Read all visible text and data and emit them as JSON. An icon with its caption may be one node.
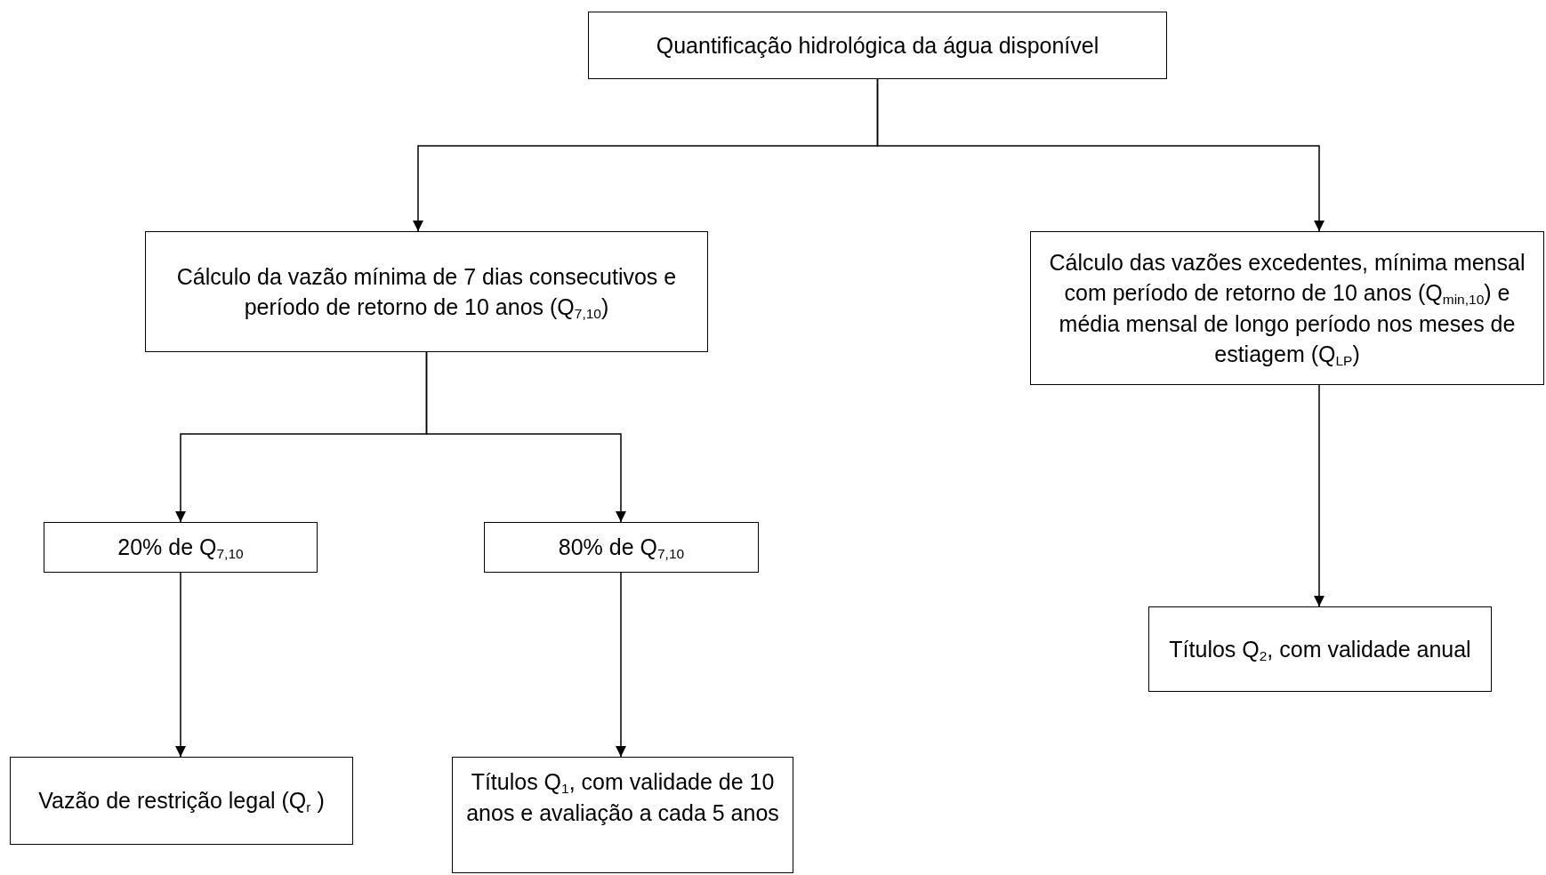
{
  "diagram": {
    "nodes": [
      {
        "text": [
          "Quantificação hidrológica da água disponível"
        ]
      },
      {
        "text": [
          "Cálculo da vazão mínima de 7 dias consecutivos  e período de retorno de 10 anos (Q$_{7,10}$)"
        ]
      },
      {
        "text": [
          "Cálculo das vazões excedentes, mínima mensal com período de retorno de 10 anos (Q$_{min,10}$) e média mensal de longo período nos meses de estiagem (Q$_{LP}$)"
        ]
      },
      {
        "text": [
          "20% de Q$_{7,10}$"
        ]
      },
      {
        "text": [
          "80% de Q$_{7,10}$"
        ]
      },
      {
        "text": [
          "Títulos Q$_{2}$, com validade anual"
        ]
      },
      {
        "text": [
          "Vazão de restrição legal (Q$_{r}$ )"
        ]
      },
      {
        "text": [
          "Títulos Q$_{1}$, com validade de 10 anos e avaliação a cada 5 anos"
        ]
      }
    ],
    "edges": [
      {
        "from": 0,
        "to": 1,
        "arrow": "to"
      },
      {
        "from": 0,
        "to": 2,
        "arrow": "to"
      },
      {
        "from": 1,
        "to": 3,
        "arrow": "to"
      },
      {
        "from": 1,
        "to": 4,
        "arrow": "to"
      },
      {
        "from": 2,
        "to": 5,
        "arrow": "to"
      },
      {
        "from": 3,
        "to": 6,
        "arrow": "to"
      },
      {
        "from": 4,
        "to": 7,
        "arrow": "to"
      }
    ]
  }
}
